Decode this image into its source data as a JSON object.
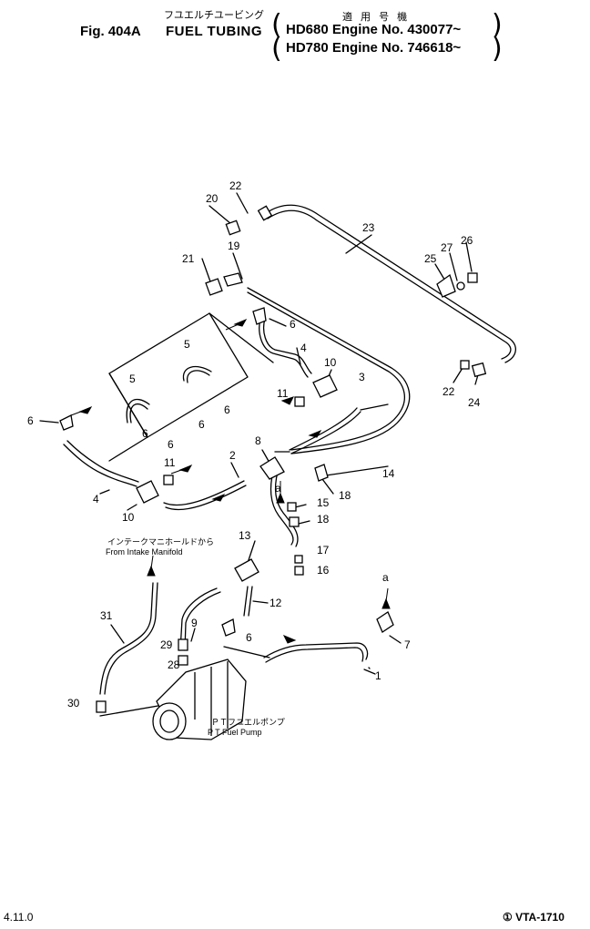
{
  "header": {
    "fig_label": "Fig. 404A",
    "title": "FUEL TUBING",
    "title_jp": "フユエルチユービング",
    "applicability_jp": "適 用 号 機",
    "engine_1": "HD680 Engine No. 430077~",
    "engine_2": "HD780 Engine No. 746618~"
  },
  "callouts": [
    "1",
    "2",
    "3",
    "4",
    "4",
    "5",
    "5",
    "6",
    "6",
    "6",
    "6",
    "6",
    "6",
    "6",
    "7",
    "8",
    "9",
    "10",
    "10",
    "11",
    "11",
    "12",
    "13",
    "14",
    "15",
    "16",
    "17",
    "18",
    "18",
    "19",
    "20",
    "21",
    "22",
    "22",
    "23",
    "24",
    "25",
    "26",
    "27",
    "28",
    "29",
    "30",
    "31"
  ],
  "annotations": {
    "intake_jp": "インテークマニホールドから",
    "intake_en": "From Intake Manifold",
    "pump_jp": "ＰＴフユエルポンプ",
    "pump_en": "P T  Fuel Pump",
    "ref_mark": "a"
  },
  "footer": {
    "page": "4.11.0",
    "ref": "① VTA-1710"
  }
}
